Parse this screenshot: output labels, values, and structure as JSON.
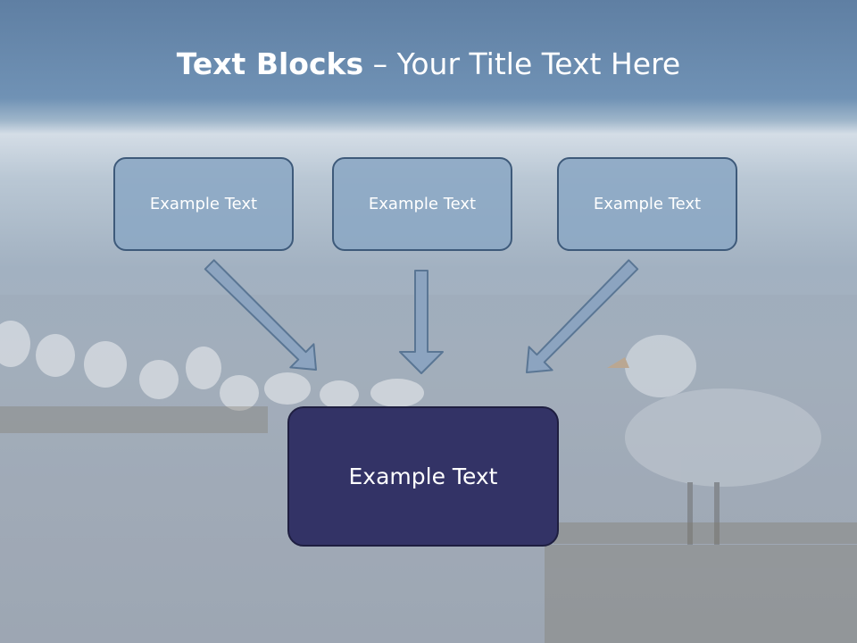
{
  "slide": {
    "title_bold": "Text Blocks",
    "title_rest": " – Your Title Text Here",
    "boxes": [
      {
        "label": "Example Text"
      },
      {
        "label": "Example Text"
      },
      {
        "label": "Example Text"
      }
    ],
    "target": {
      "label": "Example Text"
    }
  },
  "colors": {
    "top_box_fill": "#8ba7c4",
    "target_fill": "#333366",
    "arrow_fill": "#8ca4c0",
    "arrow_stroke": "#5a7694"
  }
}
